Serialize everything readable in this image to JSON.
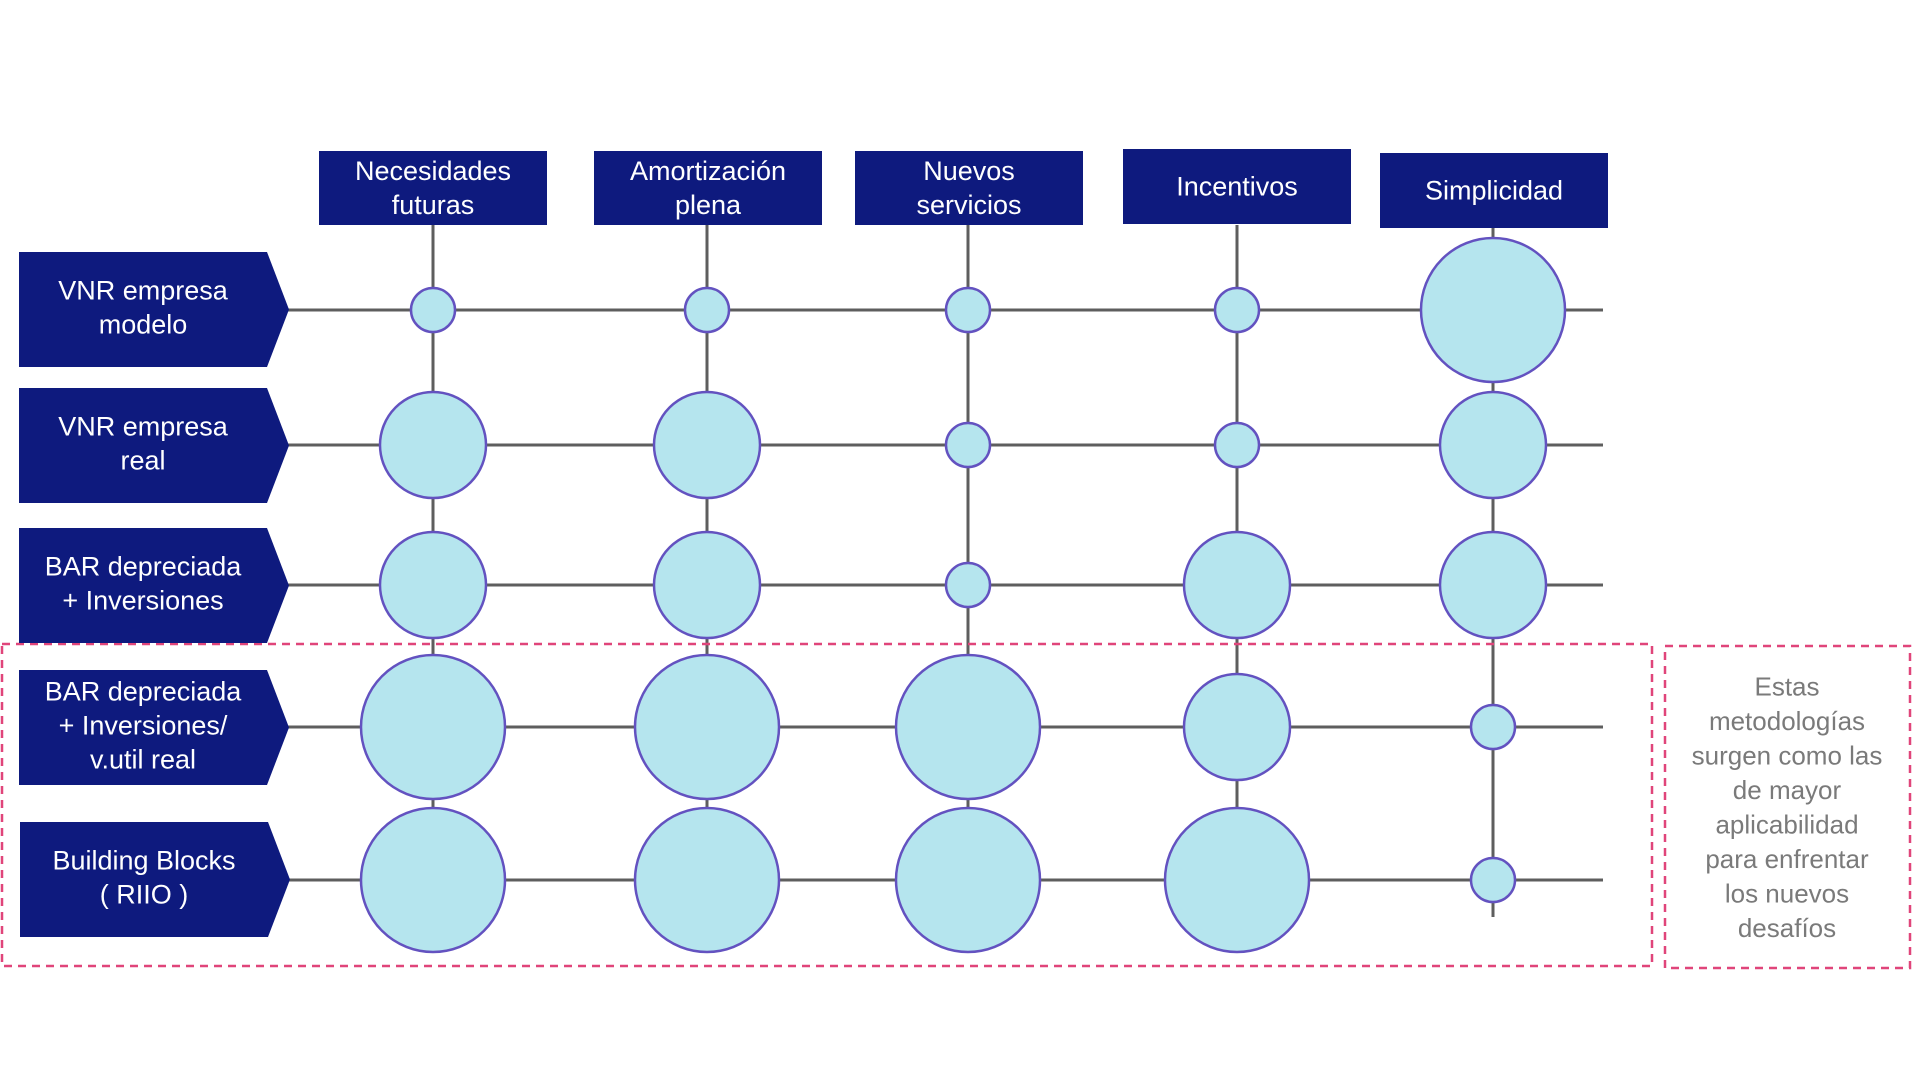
{
  "criteria": [
    {
      "id": "necesidades",
      "lines": [
        "Necesidades",
        "futuras"
      ]
    },
    {
      "id": "amortizacion",
      "lines": [
        "Amortización",
        "plena"
      ]
    },
    {
      "id": "nuevos",
      "lines": [
        "Nuevos",
        "servicios"
      ]
    },
    {
      "id": "incentivos",
      "lines": [
        "Incentivos"
      ]
    },
    {
      "id": "simplicidad",
      "lines": [
        "Simplicidad"
      ]
    }
  ],
  "methods": [
    {
      "id": "vnr-modelo",
      "lines": [
        "VNR empresa",
        "modelo"
      ],
      "levels": [
        1,
        1,
        1,
        1,
        3
      ],
      "highlighted": false
    },
    {
      "id": "vnr-real",
      "lines": [
        "VNR empresa",
        "real"
      ],
      "levels": [
        2,
        2,
        1,
        1,
        2
      ],
      "highlighted": false
    },
    {
      "id": "bar-depreciada",
      "lines": [
        "BAR depreciada",
        "+ Inversiones"
      ],
      "levels": [
        2,
        2,
        1,
        2,
        2
      ],
      "highlighted": false
    },
    {
      "id": "bar-vutil",
      "lines": [
        "BAR depreciada",
        "+ Inversiones/",
        "v.util real"
      ],
      "levels": [
        3,
        3,
        3,
        2,
        1
      ],
      "highlighted": true
    },
    {
      "id": "building-blocks",
      "lines": [
        "Building Blocks",
        "( RIIO )"
      ],
      "levels": [
        3,
        3,
        3,
        3,
        1
      ],
      "highlighted": true
    }
  ],
  "scale": {
    "max_level": 3
  },
  "note": {
    "lines": [
      "Estas",
      "metodologías",
      "surgen como las",
      "de mayor",
      "aplicabilidad",
      "para enfrentar",
      "los nuevos",
      "desafíos"
    ]
  },
  "colors": {
    "label_fill": "#0e1a7e",
    "bubble_fill": "#b5e5ee",
    "bubble_stroke": "#6352c0",
    "grid_line": "#5e5e5e",
    "highlight_border": "#e0457a",
    "note_text": "#7a7a7a"
  }
}
